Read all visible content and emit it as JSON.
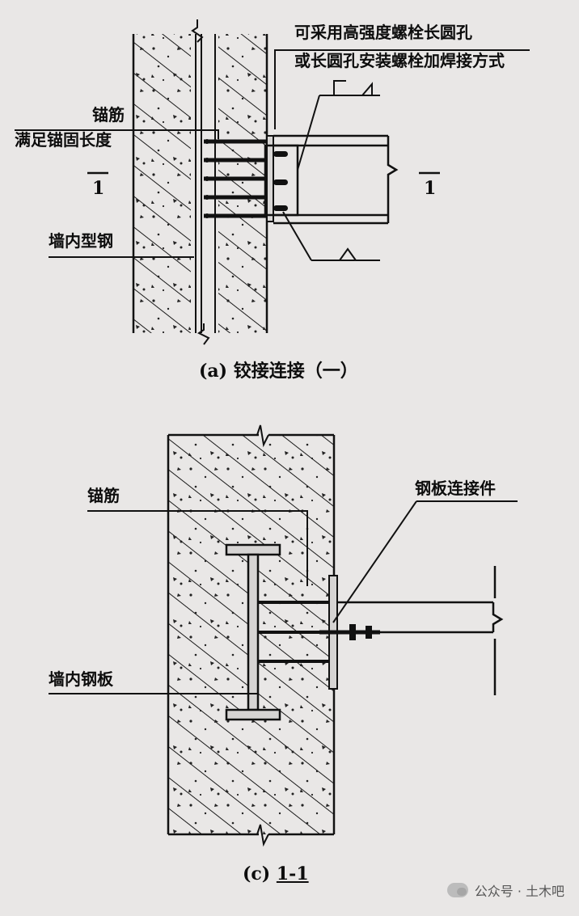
{
  "figure_a": {
    "note_line1": "可采用高强度螺栓长圆孔",
    "note_line2": "或长圆孔安装螺栓加焊接方式",
    "label_anchor_bar": "锚筋",
    "label_anchorage_length": "满足锚固长度",
    "label_embedded_steel": "墙内型钢",
    "section_mark_left": "1",
    "section_mark_right": "1",
    "caption": "(a) 铰接连接（一）"
  },
  "figure_c": {
    "label_anchor_bar": "锚筋",
    "label_steel_plate_connector": "钢板连接件",
    "label_wall_steel_plate": "墙内钢板",
    "caption_prefix": "(c) ",
    "caption_section": "1-1"
  },
  "watermark": {
    "text": "公众号 · 土木吧",
    "icon": "wechat-icon"
  }
}
